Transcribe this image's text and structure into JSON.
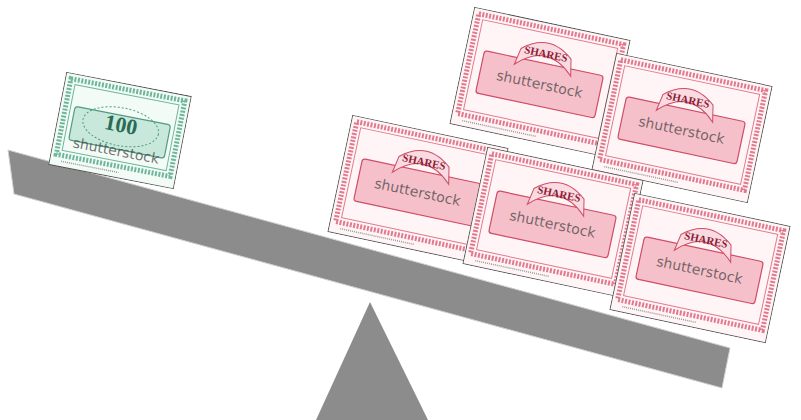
{
  "diagram": {
    "nodes": [
      {
        "text": [
          "100"
        ]
      },
      {
        "text": [
          "SHARES"
        ]
      },
      {
        "text": [
          "SHARES"
        ]
      },
      {
        "text": [
          "SHARES"
        ]
      },
      {
        "text": [
          "SHARES"
        ]
      },
      {
        "text": [
          "SHARES"
        ]
      }
    ],
    "labels": [
      "shutterstock",
      "shutterstock",
      "shutterstock",
      "shutterstock",
      "shutterstock",
      "shutterstock"
    ]
  }
}
